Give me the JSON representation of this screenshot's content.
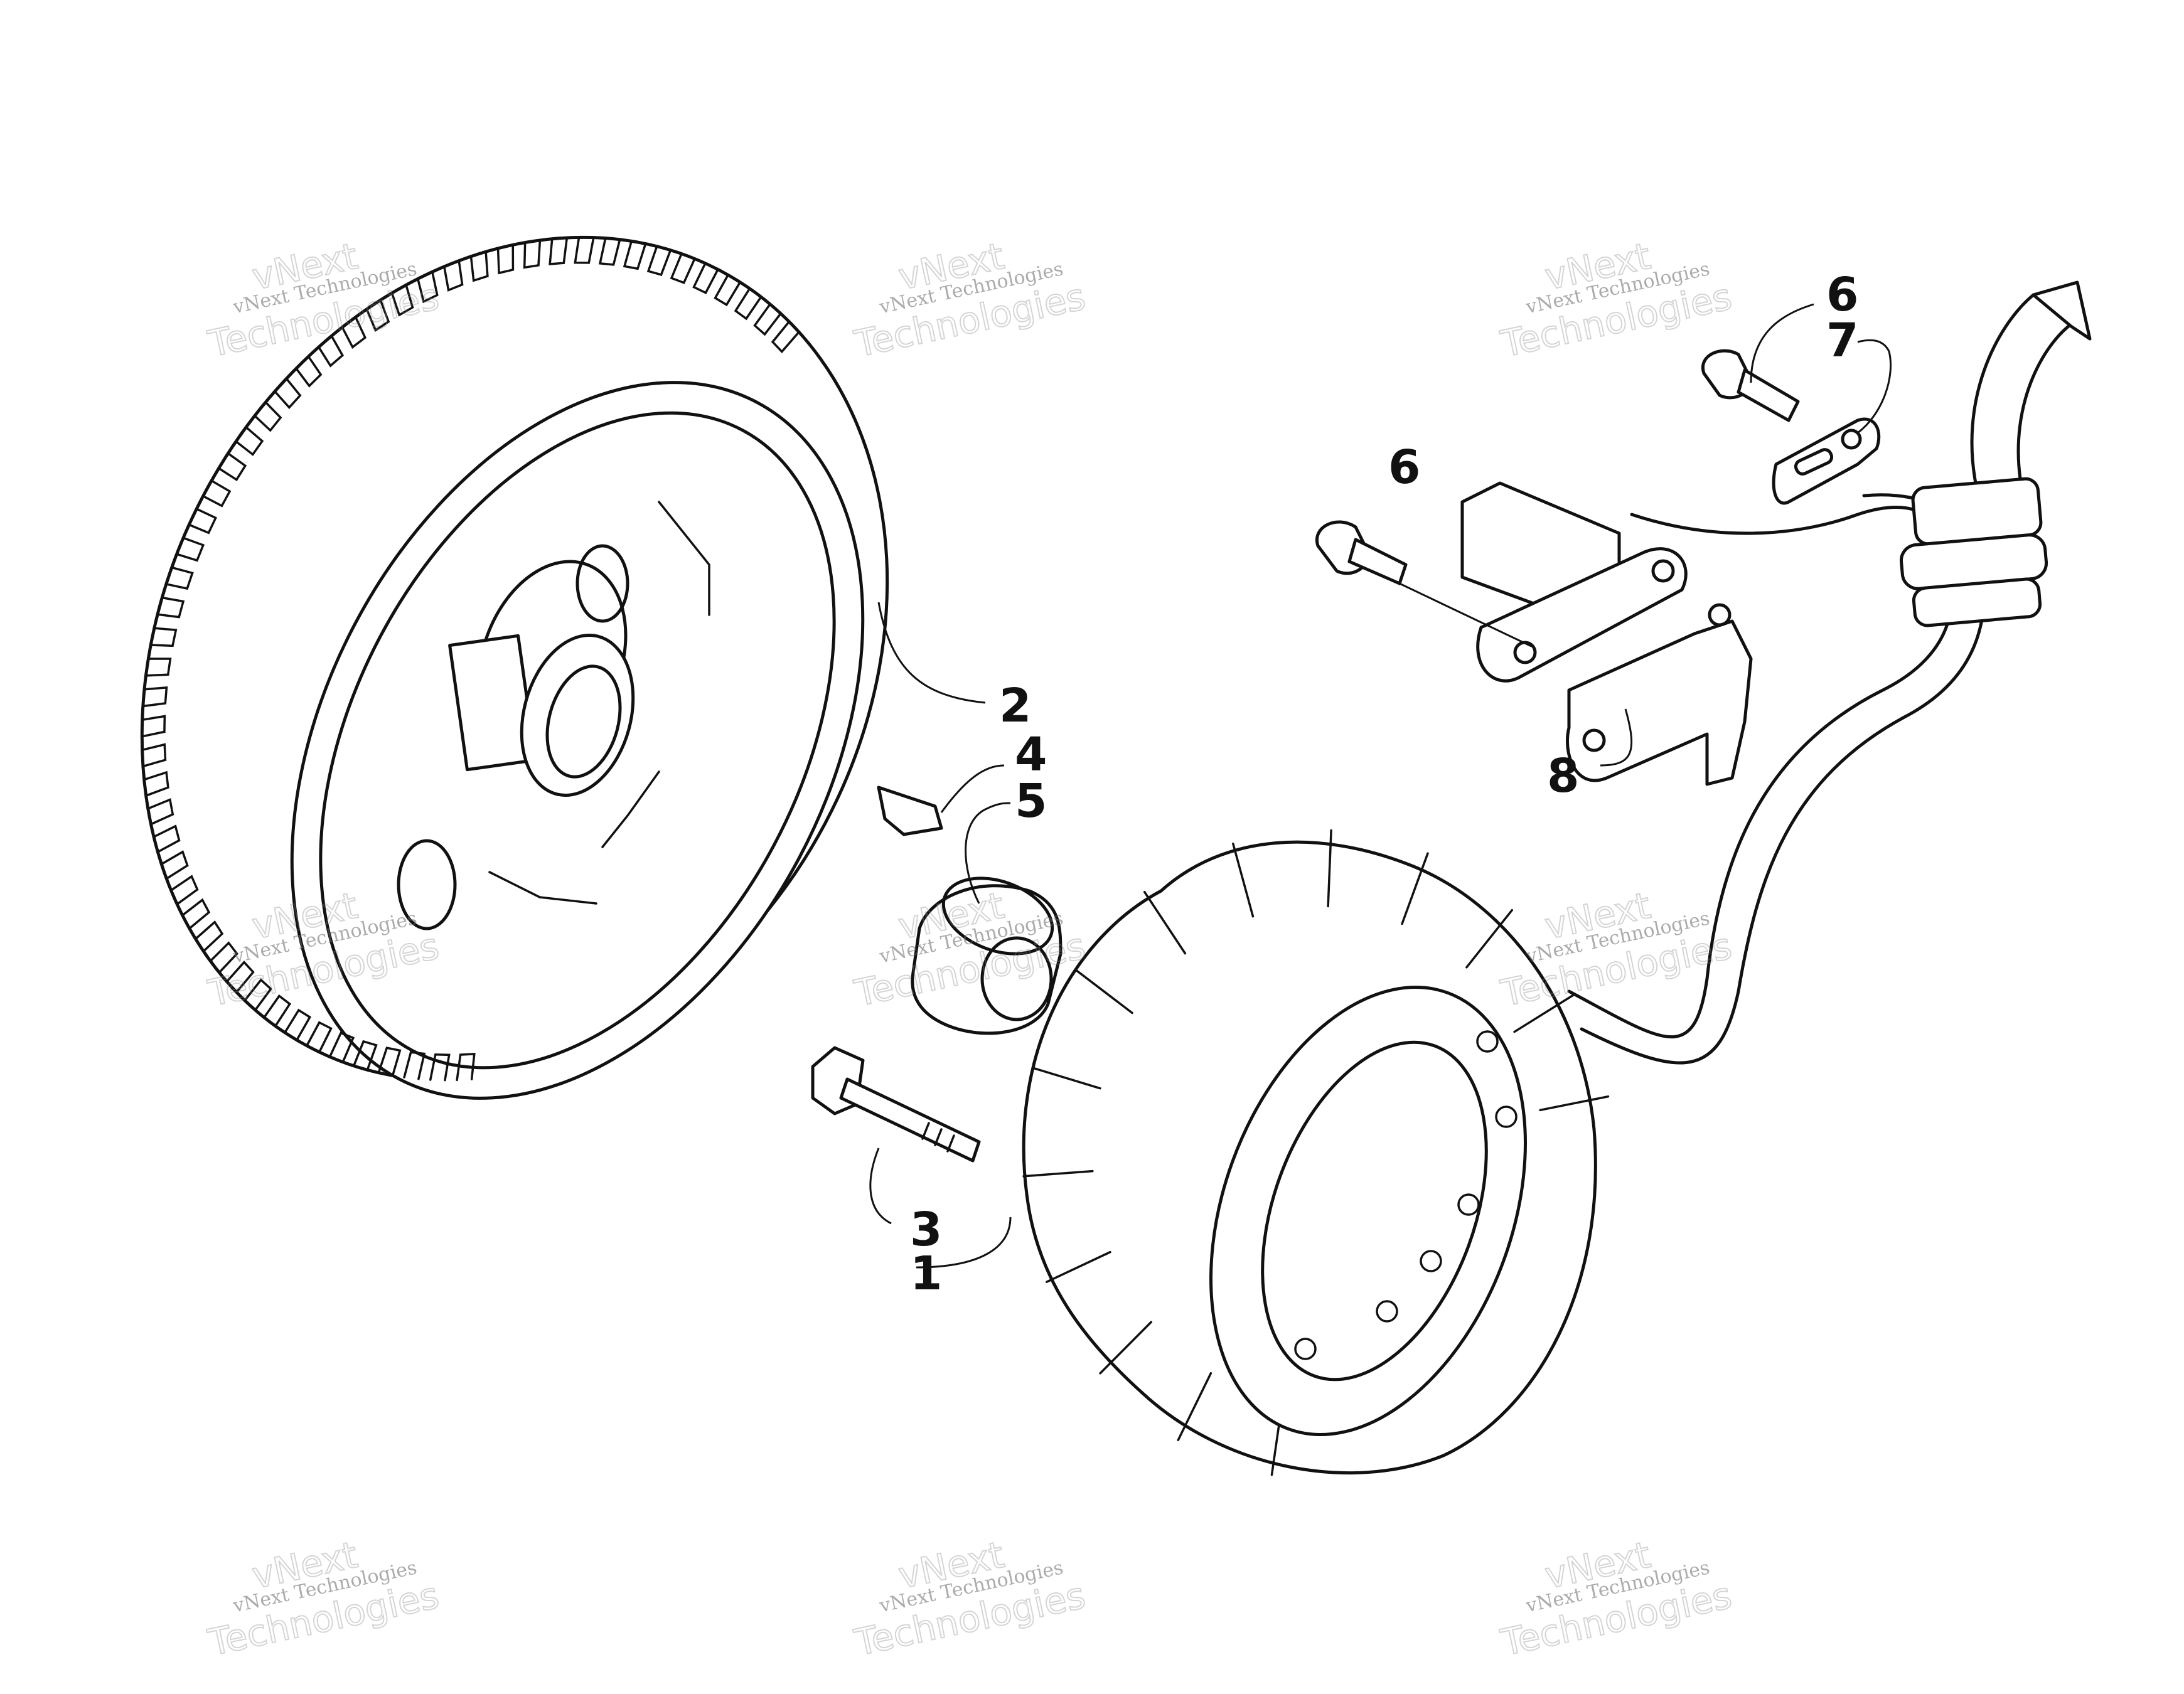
{
  "callouts": {
    "c1": "1",
    "c2": "2",
    "c3": "3",
    "c4": "4",
    "c5": "5",
    "c6a": "6",
    "c6b": "6",
    "c7": "7",
    "c8": "8"
  },
  "watermark": {
    "line1": "vNext Technologies",
    "line2": "vNext",
    "line3": "Technologies"
  }
}
